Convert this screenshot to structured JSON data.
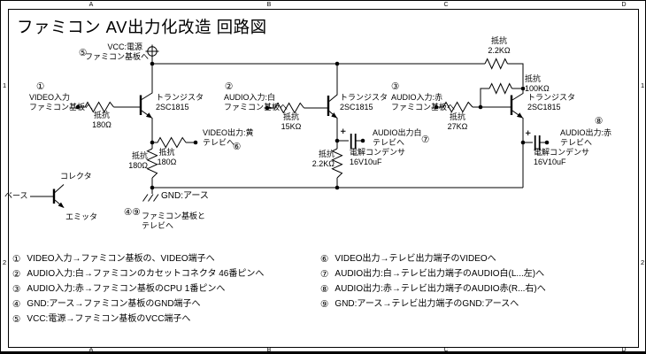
{
  "frame": {
    "col_headers": [
      "A",
      "B",
      "C",
      "D"
    ],
    "row_headers": [
      "1",
      "2"
    ]
  },
  "title": "ファミコン AV出力化改造 回路図",
  "terminals": {
    "vcc": {
      "num": "⑤",
      "name": "VCC:電源",
      "dest": "ファミコン基板へ"
    },
    "video_in": {
      "num": "①",
      "name": "VIDEO入力",
      "dest": "ファミコン基板へ"
    },
    "audio_in_white": {
      "num": "②",
      "name": "AUDIO入力:白",
      "dest": "ファミコン基板へ"
    },
    "audio_in_red": {
      "num": "③",
      "name": "AUDIO入力:赤",
      "dest": "ファミコン基板へ"
    },
    "video_out": {
      "num": "⑥",
      "name": "VIDEO出力:黄",
      "dest": "テレビへ"
    },
    "audio_out_white": {
      "num": "⑦",
      "name": "AUDIO出力白",
      "dest": "テレビへ"
    },
    "audio_out_red": {
      "num": "⑧",
      "name": "AUDIO出力:赤",
      "dest": "テレビへ"
    },
    "gnd": {
      "nums": "④⑨",
      "name": "GND:アース",
      "dest1": "ファミコン基板と",
      "dest2": "テレビへ"
    }
  },
  "components": {
    "q1": {
      "type": "トランジスタ",
      "model": "2SC1815"
    },
    "q2": {
      "type": "トランジスタ",
      "model": "2SC1815"
    },
    "q3": {
      "type": "トランジスタ",
      "model": "2SC1815"
    },
    "r_video_in": {
      "name": "抵抗",
      "value": "180Ω"
    },
    "r_video_out": {
      "name": "抵抗",
      "value": "180Ω"
    },
    "r_video_gnd": {
      "name": "抵抗",
      "value": "180Ω"
    },
    "r_audio_w_in": {
      "name": "抵抗",
      "value": "15KΩ"
    },
    "r_audio_w_gnd": {
      "name": "抵抗",
      "value": "2.2KΩ"
    },
    "r_vcc": {
      "name": "抵抗",
      "value": "2.2KΩ"
    },
    "r_feedback": {
      "name": "抵抗",
      "value": "100KΩ"
    },
    "r_audio_r_in": {
      "name": "抵抗",
      "value": "27KΩ"
    },
    "c_audio_w": {
      "name": "電解コンデンサ",
      "value": "16V10uF"
    },
    "c_audio_r": {
      "name": "電解コンデンサ",
      "value": "16V10uF"
    }
  },
  "pin_legend": {
    "collector": "コレクタ",
    "base": "ベース",
    "emitter": "エミッタ"
  },
  "legend_left": [
    {
      "num": "①",
      "text": "VIDEO入力→ファミコン基板の、VIDEO端子へ"
    },
    {
      "num": "②",
      "text": "AUDIO入力:白→ファミコンのカセットコネクタ 46番ピンへ"
    },
    {
      "num": "③",
      "text": "AUDIO入力:赤→ファミコン基板のCPU 1番ピンへ"
    },
    {
      "num": "④",
      "text": "GND:アース→ファミコン基板のGND端子へ"
    },
    {
      "num": "⑤",
      "text": "VCC:電源→ファミコン基板のVCC端子へ"
    }
  ],
  "legend_right": [
    {
      "num": "⑥",
      "text": "VIDEO出力→テレビ出力端子のVIDEOへ"
    },
    {
      "num": "⑦",
      "text": "AUDIO出力:白→テレビ出力端子のAUDIO白(L...左)へ"
    },
    {
      "num": "⑧",
      "text": "AUDIO出力:赤→テレビ出力端子のAUDIO赤(R...右)へ"
    },
    {
      "num": "⑨",
      "text": "GND:アース→テレビ出力端子のGND:アースへ"
    }
  ]
}
